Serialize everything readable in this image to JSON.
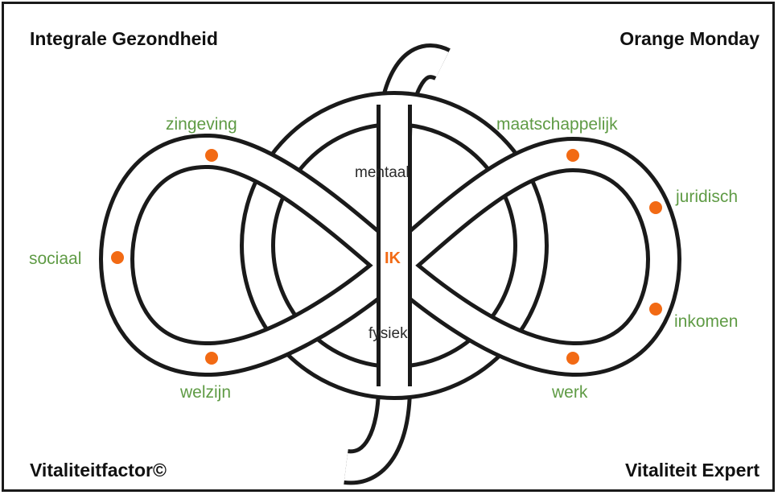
{
  "corners": {
    "top_left": "Integrale Gezondheid",
    "top_right": "Orange Monday",
    "bottom_left": "Vitaliteitfactor©",
    "bottom_right": "Vitaliteit Expert"
  },
  "center": {
    "label": "IK",
    "top": "mentaal",
    "bottom": "fysiek"
  },
  "left_loop": {
    "top": "zingeving",
    "left": "sociaal",
    "bottom": "welzijn"
  },
  "right_loop": {
    "top": "maatschappelijk",
    "upper_right": "juridisch",
    "lower_right": "inkomen",
    "bottom": "werk"
  },
  "colors": {
    "accent": "#f26a14",
    "label_green": "#5f9b45",
    "stroke": "#1a1a1a"
  }
}
